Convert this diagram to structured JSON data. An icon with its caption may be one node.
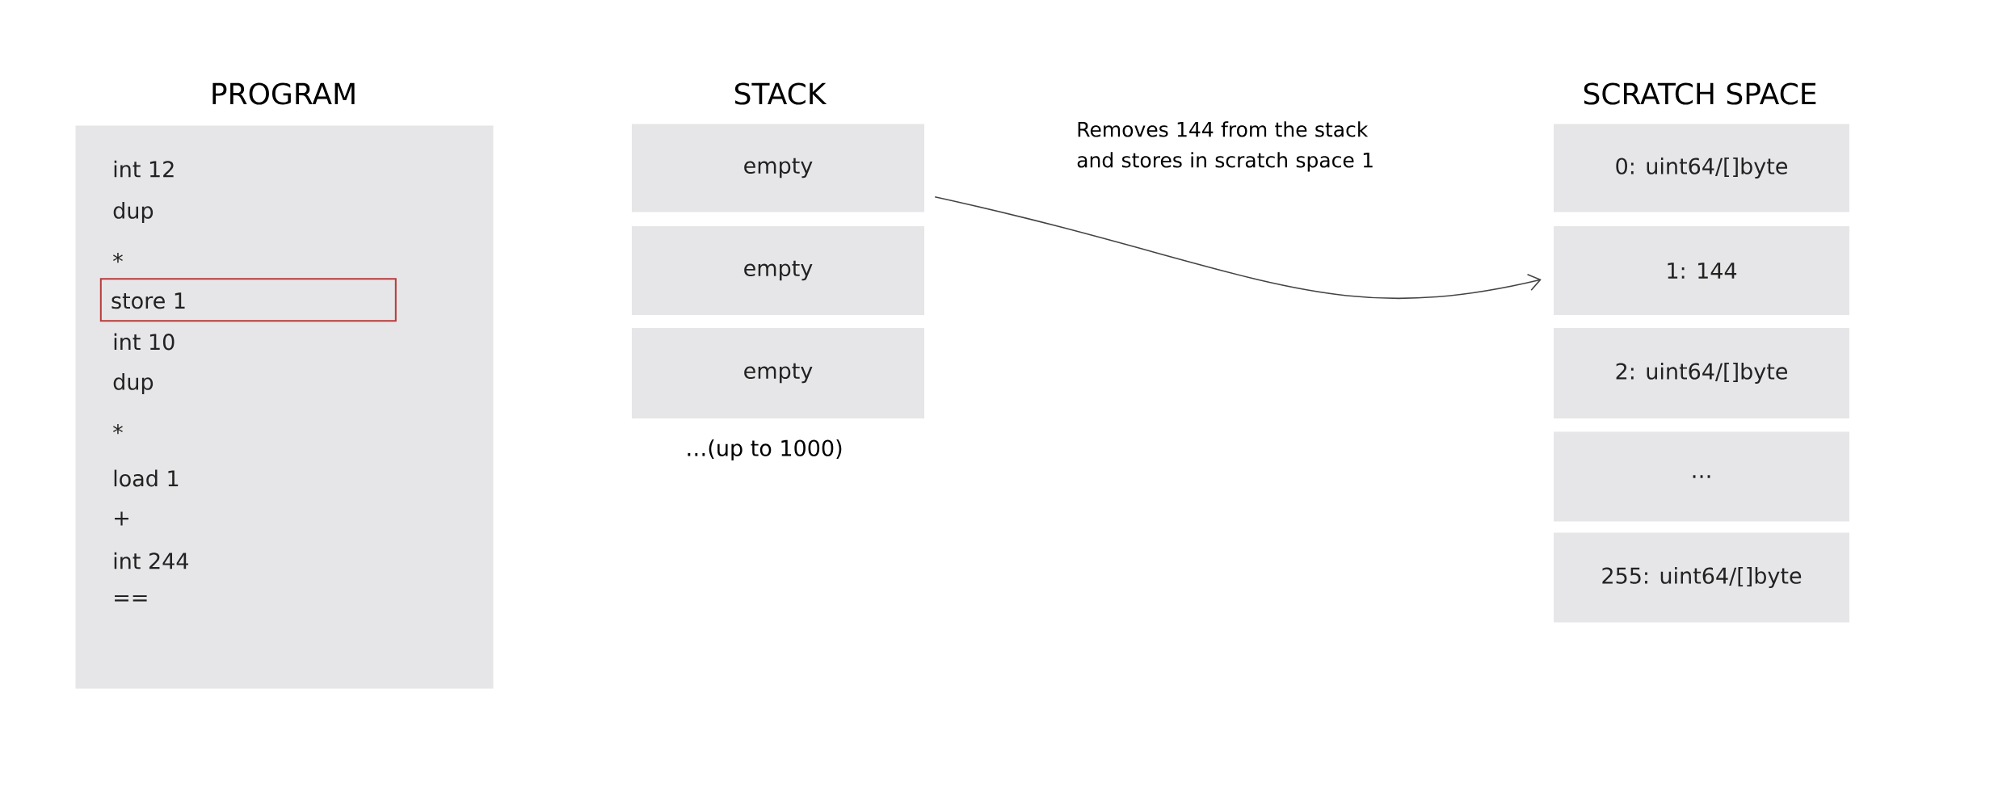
{
  "diagram": {
    "nodes": [
      {
        "text": [
          "PROGRAM",
          "int 12",
          "dup",
          "*",
          "int 10",
          "dup",
          "*",
          "load 1",
          "+",
          "int 244",
          "=="
        ]
      },
      {
        "text": [
          "store 1"
        ],
        "in": 0
      },
      {
        "text": [
          "empty"
        ]
      },
      {
        "text": [
          "empty"
        ]
      },
      {
        "text": [
          "empty"
        ]
      },
      {
        "text": [
          "0: uint64/[]byte"
        ]
      },
      {
        "text": [
          "1: 144"
        ]
      },
      {
        "text": [
          "2: uint64/[]byte"
        ]
      },
      {
        "text": [
          "…"
        ]
      },
      {
        "text": [
          "255: uint64/[]byte"
        ]
      }
    ],
    "edges": [
      {
        "from": 2,
        "to": 6,
        "arrow": "to",
        "label": "Removes 144 from the stack and stores in scratch space 1"
      }
    ],
    "labels": [
      "STACK",
      "SCRATCH SPACE",
      "…(up to 1000)"
    ]
  }
}
